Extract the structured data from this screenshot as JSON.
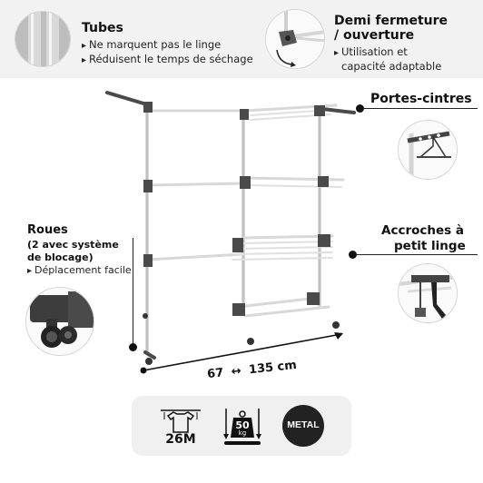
{
  "header": {
    "tubes": {
      "title": "Tubes",
      "bullets": [
        "Ne marquent pas le linge",
        "Réduisent le temps de séchage"
      ]
    },
    "folding": {
      "title_line1": "Demi fermeture",
      "title_line2": "/ ouverture",
      "bullets": [
        "Utilisation et"
      ],
      "continuation": "capacité adaptable"
    }
  },
  "callouts": {
    "hangers": "Portes-cintres",
    "wheels_title": "Roues",
    "wheels_line2": "(2 avec système",
    "wheels_line3": "de blocage)",
    "wheels_bullet": "Déplacement facile",
    "hooks_line1": "Accroches à",
    "hooks_line2": "petit linge"
  },
  "dimensions": {
    "depth": "67",
    "width": "135 cm",
    "arrow": "↔"
  },
  "badges": {
    "length": "26M",
    "load": "50",
    "load_unit": "kg",
    "material": "METAL"
  },
  "colors": {
    "header_bg": "#f2f2f2",
    "frame_dark": "#4a4a4a",
    "tube_white": "#f7f7f7",
    "accent_black": "#111111"
  }
}
